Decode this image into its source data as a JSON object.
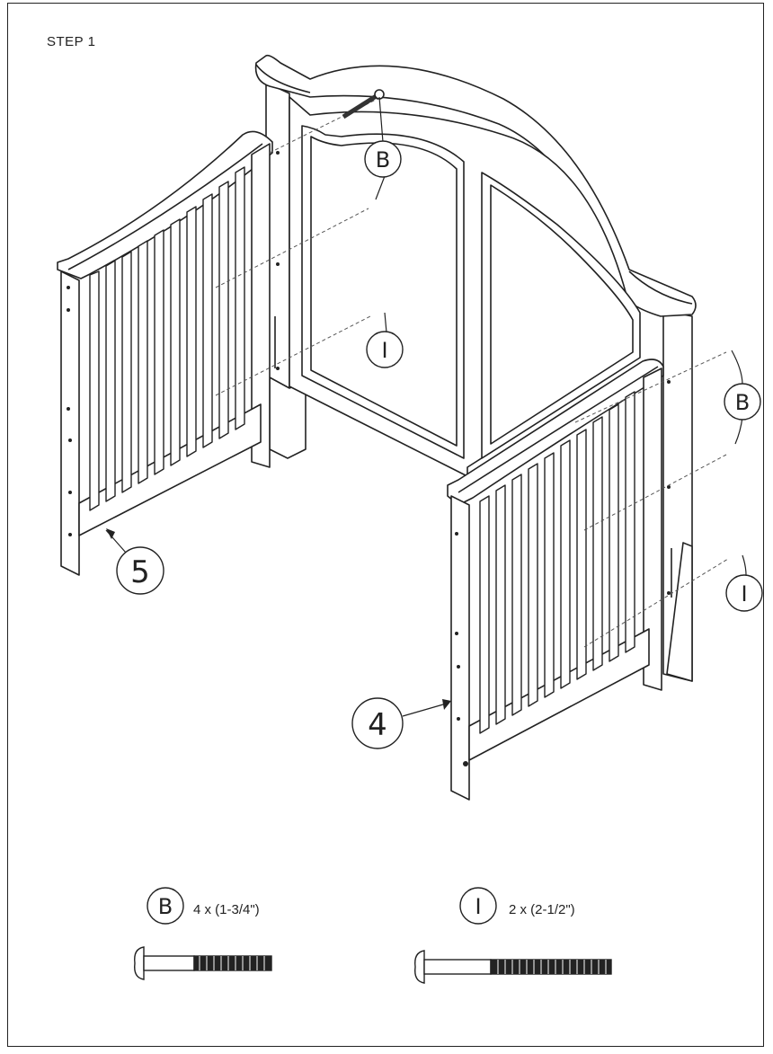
{
  "step": {
    "label": "STEP  1"
  },
  "callouts": {
    "b_headboard": "B",
    "i_headboard": "I",
    "b_right": "B",
    "i_right": "I",
    "part_5": "5",
    "part_4": "4"
  },
  "hardware": [
    {
      "letter": "B",
      "quantity": "4 x (1-3/4\")"
    },
    {
      "letter": "I",
      "quantity": "2 x (2-1/2\")"
    }
  ]
}
